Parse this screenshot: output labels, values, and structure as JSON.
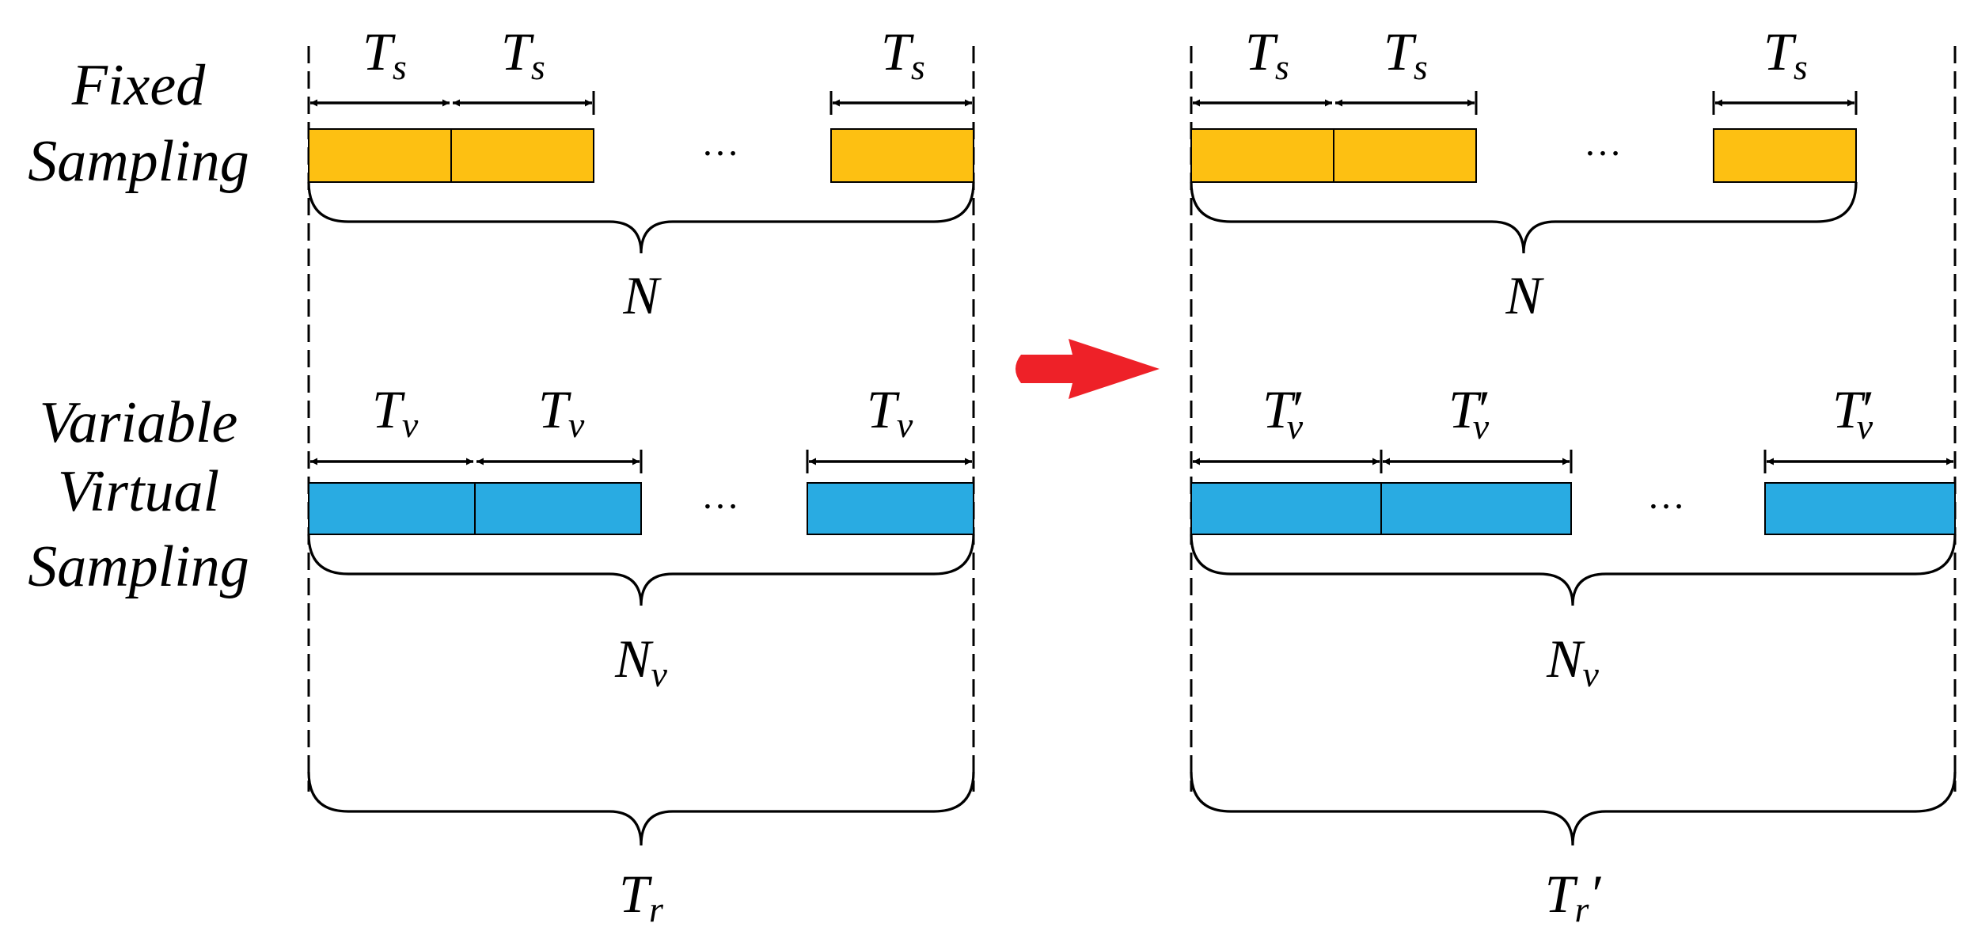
{
  "colors": {
    "fixed_box": "#FDC012",
    "virtual_box": "#29ABE2",
    "arrow": "#EE2128",
    "line": "#000000"
  },
  "row_labels": {
    "fixed": [
      "Fixed",
      "Sampling"
    ],
    "virtual": [
      "Variable",
      "Virtual",
      "Sampling"
    ]
  },
  "panels": [
    {
      "fixed_interval": {
        "base": "T",
        "sub": "s",
        "prime": ""
      },
      "fixed_count": {
        "base": "N",
        "sub": ""
      },
      "virtual_interval": {
        "base": "T",
        "sub": "v",
        "prime": ""
      },
      "virtual_count": {
        "base": "N",
        "sub": "v"
      },
      "total": {
        "base": "T",
        "sub": "r",
        "prime": ""
      },
      "ellipsis": "…"
    },
    {
      "fixed_interval": {
        "base": "T",
        "sub": "s",
        "prime": ""
      },
      "fixed_count": {
        "base": "N",
        "sub": ""
      },
      "virtual_interval": {
        "base": "T",
        "sub": "v",
        "prime": "′"
      },
      "virtual_count": {
        "base": "N",
        "sub": "v"
      },
      "total": {
        "base": "T",
        "sub": "r",
        "prime": "′"
      },
      "ellipsis": "…"
    }
  ],
  "transition_icon": "right-arrow-icon"
}
